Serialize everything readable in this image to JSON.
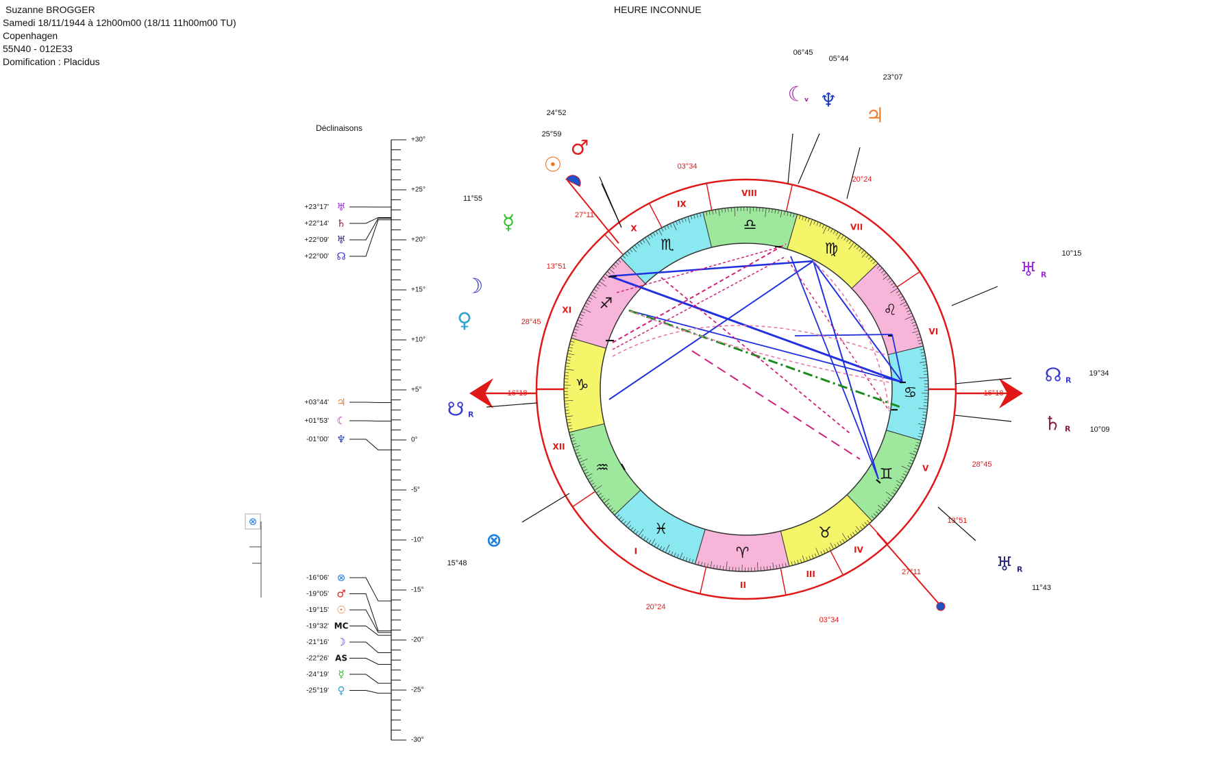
{
  "header": {
    "name": "Suzanne BROGGER",
    "datetime": "Samedi  18/11/1944 à 12h00m00 (18/11 11h00m00 TU)",
    "place": "Copenhagen",
    "coords": "55N40 - 012E33",
    "house_system": "Domification : Placidus",
    "center_title": "HEURE INCONNUE"
  },
  "declination": {
    "title": "Déclinaisons",
    "ticks": [
      "+30°",
      "+25°",
      "+20°",
      "+15°",
      "+10°",
      "+5°",
      "0°",
      "-5°",
      "-10°",
      "-15°",
      "-20°",
      "-25°",
      "-30°"
    ],
    "entries": [
      {
        "label": "+23°17'",
        "glyph": "♅",
        "color": "#9b30d9",
        "value": 23.28
      },
      {
        "label": "+22°14'",
        "glyph": "♄",
        "color": "#8b1a4a",
        "value": 22.23
      },
      {
        "label": "+22°09'",
        "glyph": "♅",
        "color": "#2c2c7a",
        "value": 22.15
      },
      {
        "label": "+22°00'",
        "glyph": "☊",
        "color": "#3a3ad0",
        "value": 22.0
      },
      {
        "label": "+03°44'",
        "glyph": "♃",
        "color": "#f08030",
        "value": 3.73
      },
      {
        "label": "+01°53'",
        "glyph": "☾",
        "color": "#a020a0",
        "value": 1.88
      },
      {
        "label": "-01°00'",
        "glyph": "♆",
        "color": "#2040c0",
        "value": -1.0
      },
      {
        "label": "-16°06'",
        "glyph": "⊗",
        "color": "#2080e0",
        "value": -16.1
      },
      {
        "label": "-19°05'",
        "glyph": "♂",
        "color": "#e02020",
        "value": -19.08
      },
      {
        "label": "-19°15'",
        "glyph": "☉",
        "color": "#f07020",
        "value": -19.25
      },
      {
        "label": "-19°32'",
        "glyph": "MC",
        "color": "#111111",
        "value": -19.53
      },
      {
        "label": "-21°16'",
        "glyph": "☽",
        "color": "#3030c0",
        "value": -21.27
      },
      {
        "label": "-22°26'",
        "glyph": "AS",
        "color": "#111111",
        "value": -22.43
      },
      {
        "label": "-24°19'",
        "glyph": "☿",
        "color": "#30c030",
        "value": -24.32
      },
      {
        "label": "-25°19'",
        "glyph": "♀",
        "color": "#30a0d0",
        "value": -25.32
      }
    ],
    "extra_glyph": "⊗"
  },
  "wheel": {
    "signs": [
      {
        "glyph": "♑",
        "color": "#f5f56a"
      },
      {
        "glyph": "♒",
        "color": "#9ee89e"
      },
      {
        "glyph": "♓",
        "color": "#8ae8f0"
      },
      {
        "glyph": "♈",
        "color": "#f7b5d9"
      },
      {
        "glyph": "♉",
        "color": "#f5f56a"
      },
      {
        "glyph": "♊",
        "color": "#9ee89e"
      },
      {
        "glyph": "♋",
        "color": "#8ae8f0"
      },
      {
        "glyph": "♌",
        "color": "#f7b5d9"
      },
      {
        "glyph": "♍",
        "color": "#f5f56a"
      },
      {
        "glyph": "♎",
        "color": "#9ee89e"
      },
      {
        "glyph": "♏",
        "color": "#8ae8f0"
      },
      {
        "glyph": "♐",
        "color": "#f7b5d9"
      }
    ],
    "houses": [
      "XII",
      "I",
      "II",
      "III",
      "IV",
      "V",
      "VI",
      "VII",
      "VIII",
      "IX",
      "X",
      "XI"
    ],
    "cusp_labels": [
      "16°18",
      "16°18",
      "28°45",
      "28°45",
      "13°51",
      "13°51",
      "27°11",
      "27°11",
      "20°24",
      "20°24",
      "03°34",
      "03°34"
    ],
    "planets": [
      {
        "glyph": "☉",
        "color": "#f07020",
        "degree": "25°59"
      },
      {
        "glyph": "♂",
        "color": "#e02020",
        "degree": "24°52"
      },
      {
        "glyph": "☿",
        "color": "#30c030",
        "degree": "11°55"
      },
      {
        "glyph": "☽",
        "color": "#3030c0",
        "degree": ""
      },
      {
        "glyph": "♀",
        "color": "#30a0d0",
        "degree": ""
      },
      {
        "glyph": "☋",
        "color": "#3a3ad0",
        "degree": ""
      },
      {
        "glyph": "⊗",
        "color": "#2080e0",
        "degree": "15°48"
      },
      {
        "glyph": "♅",
        "color": "#2c2c7a",
        "degree": "11°43"
      },
      {
        "glyph": "♄",
        "color": "#8b1a4a",
        "degree": "10°09"
      },
      {
        "glyph": "☊",
        "color": "#3a3ad0",
        "degree": "19°34"
      },
      {
        "glyph": "♅",
        "color": "#9b30d9",
        "degree": "10°15"
      },
      {
        "glyph": "♃",
        "color": "#f08030",
        "degree": "23°07"
      },
      {
        "glyph": "♆",
        "color": "#2040c0",
        "degree": "05°44"
      },
      {
        "glyph": "☾",
        "color": "#a020a0",
        "degree": "06°45"
      }
    ],
    "retro_mark": "R",
    "lilith_mark": "v"
  }
}
